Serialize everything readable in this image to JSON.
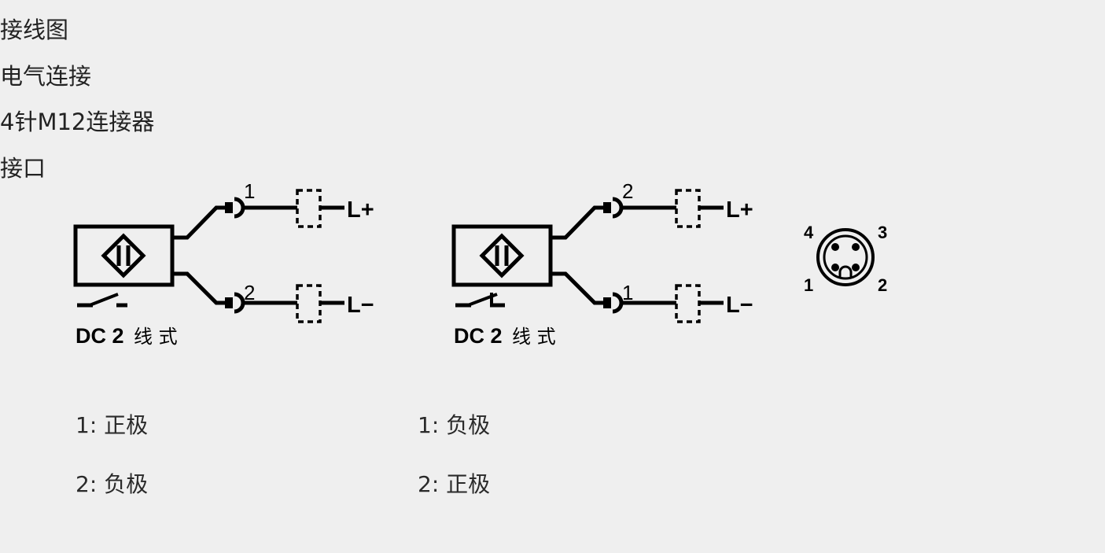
{
  "headings": {
    "title": "接线图",
    "electrical": "电气连接",
    "connector": "4针M12连接器",
    "interface": "接口"
  },
  "diagram_left": {
    "top_pin": "1",
    "bottom_pin": "2",
    "top_terminal": "L+",
    "bottom_terminal": "L−",
    "type_label_bold": "DC 2",
    "type_label_suffix": "线 式"
  },
  "diagram_right": {
    "top_pin": "2",
    "bottom_pin": "1",
    "top_terminal": "L+",
    "bottom_terminal": "L−",
    "type_label_bold": "DC 2",
    "type_label_suffix": "线 式"
  },
  "m12_connector": {
    "pin_top_left": "4",
    "pin_top_right": "3",
    "pin_bottom_left": "1",
    "pin_bottom_right": "2"
  },
  "legend_left": {
    "line1": "1:  正极",
    "line2": "2:  负极"
  },
  "legend_right": {
    "line1": "1: 负极",
    "line2": "2: 正极"
  }
}
